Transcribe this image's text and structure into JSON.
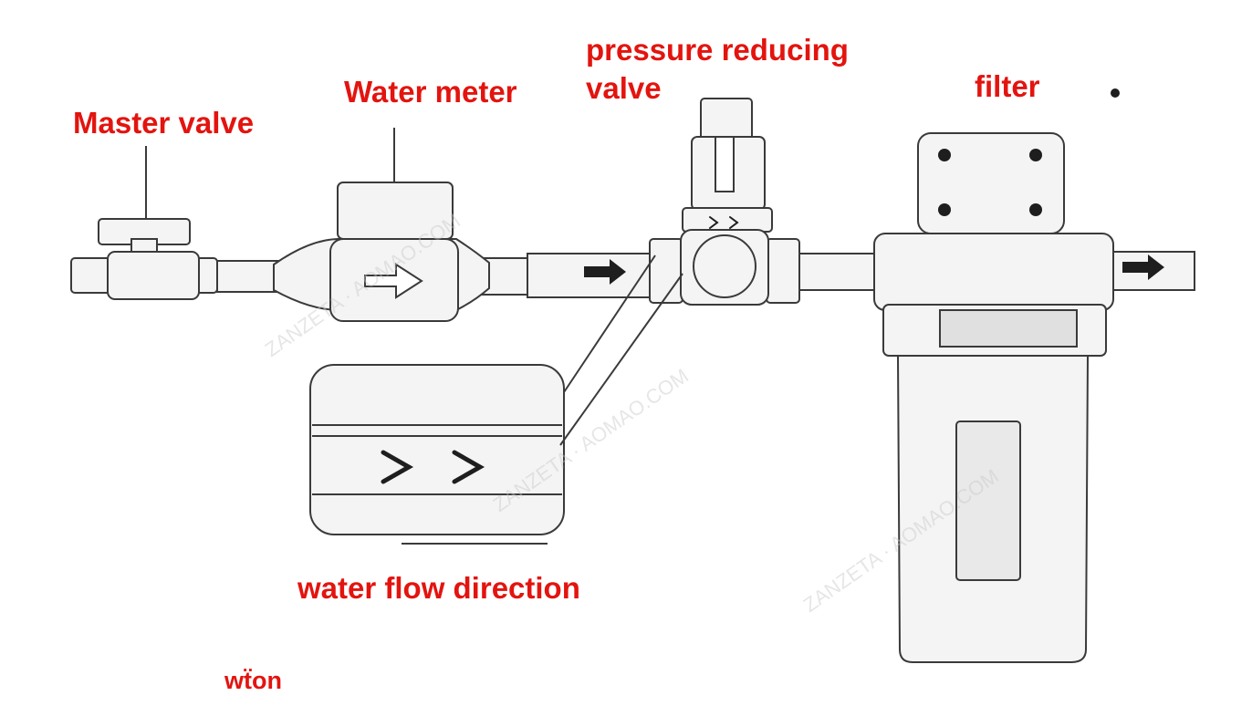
{
  "labels": {
    "master_valve": "Master valve",
    "water_meter": "Water meter",
    "prv_line1": "pressure reducing",
    "prv_line2": "valve",
    "filter": "filter",
    "flow_direction": "water flow direction",
    "fragment": "ᴡẗon"
  },
  "watermark": "ZANZETA · AOMAO.COM",
  "colors": {
    "label": "#e3140f",
    "line": "#3a3a3a",
    "fill": "#f4f4f4",
    "dark": "#1e1e1e"
  },
  "icons": [
    "flow-arrow-icon",
    "chevron-icon",
    "mount-screw-icon"
  ]
}
